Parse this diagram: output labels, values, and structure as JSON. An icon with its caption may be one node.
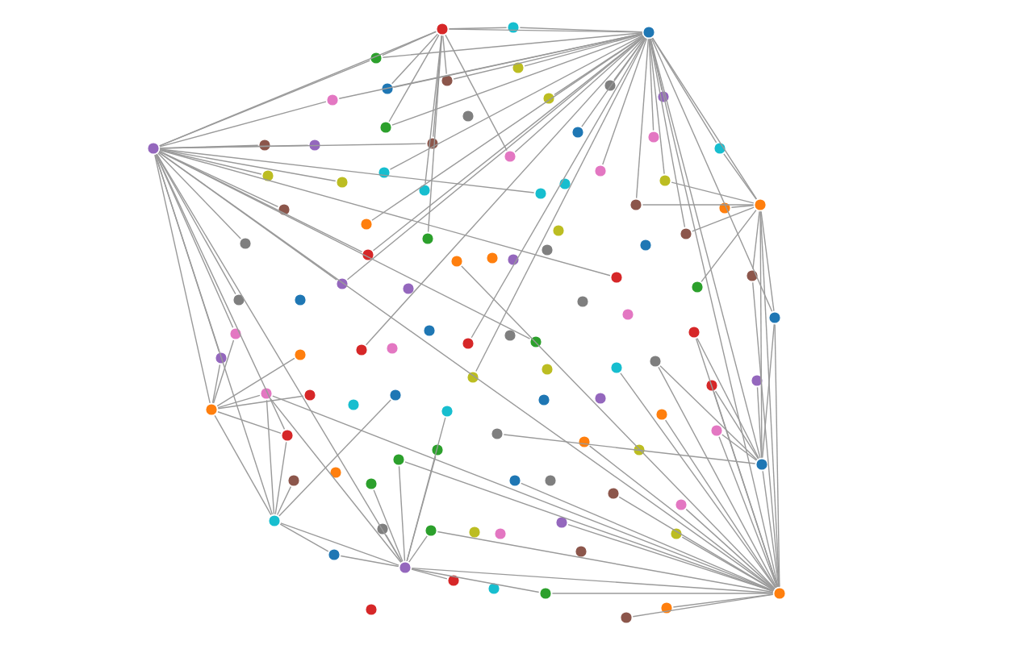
{
  "diagram": {
    "nodes": [
      {
        "text": [],
        "shape": "circle"
      },
      {
        "text": [],
        "shape": "circle"
      },
      {
        "text": [],
        "shape": "circle"
      },
      {
        "text": [],
        "shape": "circle"
      },
      {
        "text": [],
        "shape": "circle"
      },
      {
        "text": [],
        "shape": "circle"
      },
      {
        "text": [],
        "shape": "circle"
      },
      {
        "text": [],
        "shape": "circle"
      },
      {
        "text": [],
        "shape": "circle"
      },
      {
        "text": [],
        "shape": "circle"
      },
      {
        "text": [],
        "shape": "circle"
      },
      {
        "text": [],
        "shape": "circle"
      },
      {
        "text": [],
        "shape": "circle"
      },
      {
        "text": [],
        "shape": "circle"
      },
      {
        "text": [],
        "shape": "circle"
      },
      {
        "text": [],
        "shape": "circle"
      },
      {
        "text": [],
        "shape": "circle"
      },
      {
        "text": [],
        "shape": "circle"
      },
      {
        "text": [],
        "shape": "circle"
      },
      {
        "text": [],
        "shape": "circle"
      },
      {
        "text": [],
        "shape": "circle"
      },
      {
        "text": [],
        "shape": "circle"
      },
      {
        "text": [],
        "shape": "circle"
      },
      {
        "text": [],
        "shape": "circle"
      },
      {
        "text": [],
        "shape": "circle"
      },
      {
        "text": [],
        "shape": "circle"
      },
      {
        "text": [],
        "shape": "circle"
      },
      {
        "text": [],
        "shape": "circle"
      },
      {
        "text": [],
        "shape": "circle"
      },
      {
        "text": [],
        "shape": "circle"
      },
      {
        "text": [],
        "shape": "circle"
      },
      {
        "text": [],
        "shape": "circle"
      },
      {
        "text": [],
        "shape": "circle"
      },
      {
        "text": [],
        "shape": "circle"
      },
      {
        "text": [],
        "shape": "circle"
      },
      {
        "text": [],
        "shape": "circle"
      },
      {
        "text": [],
        "shape": "circle"
      },
      {
        "text": [],
        "shape": "circle"
      },
      {
        "text": [],
        "shape": "circle"
      },
      {
        "text": [],
        "shape": "circle"
      },
      {
        "text": [],
        "shape": "circle"
      },
      {
        "text": [],
        "shape": "circle"
      },
      {
        "text": [],
        "shape": "circle"
      },
      {
        "text": [],
        "shape": "circle"
      },
      {
        "text": [],
        "shape": "circle"
      },
      {
        "text": [],
        "shape": "circle"
      },
      {
        "text": [],
        "shape": "circle"
      },
      {
        "text": [],
        "shape": "circle"
      },
      {
        "text": [],
        "shape": "circle"
      },
      {
        "text": [],
        "shape": "circle"
      },
      {
        "text": [],
        "shape": "circle"
      },
      {
        "text": [],
        "shape": "circle"
      },
      {
        "text": [],
        "shape": "circle"
      },
      {
        "text": [],
        "shape": "circle"
      },
      {
        "text": [],
        "shape": "circle"
      },
      {
        "text": [],
        "shape": "circle"
      },
      {
        "text": [],
        "shape": "circle"
      },
      {
        "text": [],
        "shape": "circle"
      },
      {
        "text": [],
        "shape": "circle"
      },
      {
        "text": [],
        "shape": "circle"
      },
      {
        "text": [],
        "shape": "circle"
      },
      {
        "text": [],
        "shape": "circle"
      },
      {
        "text": [],
        "shape": "circle"
      },
      {
        "text": [],
        "shape": "circle"
      },
      {
        "text": [],
        "shape": "circle"
      },
      {
        "text": [],
        "shape": "circle"
      },
      {
        "text": [],
        "shape": "circle"
      },
      {
        "text": [],
        "shape": "circle"
      },
      {
        "text": [],
        "shape": "circle"
      },
      {
        "text": [],
        "shape": "circle"
      },
      {
        "text": [],
        "shape": "circle"
      },
      {
        "text": [],
        "shape": "circle"
      },
      {
        "text": [],
        "shape": "circle"
      },
      {
        "text": [],
        "shape": "circle"
      },
      {
        "text": [],
        "shape": "circle"
      },
      {
        "text": [],
        "shape": "circle"
      },
      {
        "text": [],
        "shape": "circle"
      },
      {
        "text": [],
        "shape": "circle"
      },
      {
        "text": [],
        "shape": "circle"
      },
      {
        "text": [],
        "shape": "circle"
      },
      {
        "text": [],
        "shape": "circle"
      },
      {
        "text": [],
        "shape": "circle"
      },
      {
        "text": [],
        "shape": "circle"
      },
      {
        "text": [],
        "shape": "circle"
      },
      {
        "text": [],
        "shape": "circle"
      },
      {
        "text": [],
        "shape": "circle"
      },
      {
        "text": [],
        "shape": "circle"
      },
      {
        "text": [],
        "shape": "circle"
      },
      {
        "text": [],
        "shape": "circle"
      },
      {
        "text": [],
        "shape": "circle"
      },
      {
        "text": [],
        "shape": "circle"
      },
      {
        "text": [],
        "shape": "circle"
      },
      {
        "text": [],
        "shape": "circle"
      },
      {
        "text": [],
        "shape": "circle"
      },
      {
        "text": [],
        "shape": "circle"
      },
      {
        "text": [],
        "shape": "circle"
      },
      {
        "text": [],
        "shape": "circle"
      },
      {
        "text": [],
        "shape": "circle"
      },
      {
        "text": [],
        "shape": "circle"
      },
      {
        "text": [],
        "shape": "circle"
      },
      {
        "text": [],
        "shape": "circle"
      },
      {
        "text": [],
        "shape": "circle"
      },
      {
        "text": [],
        "shape": "circle"
      },
      {
        "text": [],
        "shape": "circle"
      },
      {
        "text": [],
        "shape": "circle"
      },
      {
        "text": [],
        "shape": "circle"
      },
      {
        "text": [],
        "shape": "circle"
      },
      {
        "text": [],
        "shape": "circle"
      },
      {
        "text": [],
        "shape": "circle"
      },
      {
        "text": [],
        "shape": "circle"
      },
      {
        "text": [],
        "shape": "circle"
      }
    ],
    "edges": [
      {
        "from": 13,
        "to": 0,
        "arrow": "none"
      },
      {
        "from": 13,
        "to": 3,
        "arrow": "none"
      },
      {
        "from": 13,
        "to": 7,
        "arrow": "none"
      },
      {
        "from": 13,
        "to": 14,
        "arrow": "none"
      },
      {
        "from": 13,
        "to": 15,
        "arrow": "none"
      },
      {
        "from": 13,
        "to": 16,
        "arrow": "none"
      },
      {
        "from": 13,
        "to": 23,
        "arrow": "none"
      },
      {
        "from": 13,
        "to": 24,
        "arrow": "none"
      },
      {
        "from": 13,
        "to": 29,
        "arrow": "none"
      },
      {
        "from": 13,
        "to": 36,
        "arrow": "none"
      },
      {
        "from": 13,
        "to": 37,
        "arrow": "none"
      },
      {
        "from": 13,
        "to": 47,
        "arrow": "none"
      },
      {
        "from": 13,
        "to": 50,
        "arrow": "none"
      },
      {
        "from": 13,
        "to": 54,
        "arrow": "none"
      },
      {
        "from": 13,
        "to": 60,
        "arrow": "none"
      },
      {
        "from": 13,
        "to": 77,
        "arrow": "none"
      },
      {
        "from": 13,
        "to": 94,
        "arrow": "none"
      },
      {
        "from": 13,
        "to": 79,
        "arrow": "none"
      },
      {
        "from": 13,
        "to": 103,
        "arrow": "none"
      },
      {
        "from": 13,
        "to": 57,
        "arrow": "none"
      },
      {
        "from": 13,
        "to": 107,
        "arrow": "none"
      },
      {
        "from": 13,
        "to": 44,
        "arrow": "none"
      },
      {
        "from": 13,
        "to": 26,
        "arrow": "none"
      },
      {
        "from": 2,
        "to": 0,
        "arrow": "none"
      },
      {
        "from": 2,
        "to": 1,
        "arrow": "none"
      },
      {
        "from": 2,
        "to": 3,
        "arrow": "none"
      },
      {
        "from": 2,
        "to": 4,
        "arrow": "none"
      },
      {
        "from": 2,
        "to": 5,
        "arrow": "none"
      },
      {
        "from": 2,
        "to": 8,
        "arrow": "none"
      },
      {
        "from": 2,
        "to": 9,
        "arrow": "none"
      },
      {
        "from": 2,
        "to": 10,
        "arrow": "none"
      },
      {
        "from": 2,
        "to": 17,
        "arrow": "none"
      },
      {
        "from": 2,
        "to": 18,
        "arrow": "none"
      },
      {
        "from": 2,
        "to": 19,
        "arrow": "none"
      },
      {
        "from": 2,
        "to": 20,
        "arrow": "none"
      },
      {
        "from": 2,
        "to": 21,
        "arrow": "none"
      },
      {
        "from": 2,
        "to": 28,
        "arrow": "none"
      },
      {
        "from": 2,
        "to": 31,
        "arrow": "none"
      },
      {
        "from": 2,
        "to": 33,
        "arrow": "none"
      },
      {
        "from": 2,
        "to": 43,
        "arrow": "none"
      },
      {
        "from": 2,
        "to": 52,
        "arrow": "none"
      },
      {
        "from": 2,
        "to": 92,
        "arrow": "none"
      },
      {
        "from": 2,
        "to": 107,
        "arrow": "none"
      },
      {
        "from": 2,
        "to": 47,
        "arrow": "none"
      },
      {
        "from": 2,
        "to": 37,
        "arrow": "none"
      },
      {
        "from": 2,
        "to": 58,
        "arrow": "none"
      },
      {
        "from": 2,
        "to": 67,
        "arrow": "none"
      },
      {
        "from": 2,
        "to": 62,
        "arrow": "none"
      },
      {
        "from": 2,
        "to": 6,
        "arrow": "none"
      },
      {
        "from": 2,
        "to": 7,
        "arrow": "none"
      },
      {
        "from": 2,
        "to": 12,
        "arrow": "none"
      },
      {
        "from": 2,
        "to": 22,
        "arrow": "none"
      },
      {
        "from": 2,
        "to": 30,
        "arrow": "none"
      },
      {
        "from": 107,
        "to": 92,
        "arrow": "none"
      },
      {
        "from": 107,
        "to": 83,
        "arrow": "none"
      },
      {
        "from": 107,
        "to": 93,
        "arrow": "none"
      },
      {
        "from": 107,
        "to": 100,
        "arrow": "none"
      },
      {
        "from": 107,
        "to": 75,
        "arrow": "none"
      },
      {
        "from": 107,
        "to": 81,
        "arrow": "none"
      },
      {
        "from": 107,
        "to": 106,
        "arrow": "none"
      },
      {
        "from": 107,
        "to": 96,
        "arrow": "none"
      },
      {
        "from": 107,
        "to": 103,
        "arrow": "none"
      },
      {
        "from": 107,
        "to": 110,
        "arrow": "none"
      },
      {
        "from": 107,
        "to": 109,
        "arrow": "none"
      },
      {
        "from": 107,
        "to": 78,
        "arrow": "none"
      },
      {
        "from": 107,
        "to": 59,
        "arrow": "none"
      },
      {
        "from": 107,
        "to": 64,
        "arrow": "none"
      },
      {
        "from": 107,
        "to": 38,
        "arrow": "none"
      },
      {
        "from": 107,
        "to": 89,
        "arrow": "none"
      },
      {
        "from": 107,
        "to": 65,
        "arrow": "none"
      },
      {
        "from": 107,
        "to": 45,
        "arrow": "none"
      },
      {
        "from": 107,
        "to": 33,
        "arrow": "none"
      },
      {
        "from": 107,
        "to": 52,
        "arrow": "none"
      },
      {
        "from": 107,
        "to": 68,
        "arrow": "none"
      },
      {
        "from": 107,
        "to": 84,
        "arrow": "none"
      },
      {
        "from": 107,
        "to": 91,
        "arrow": "none"
      },
      {
        "from": 107,
        "to": 99,
        "arrow": "none"
      },
      {
        "from": 92,
        "to": 52,
        "arrow": "none"
      },
      {
        "from": 92,
        "to": 76,
        "arrow": "none"
      },
      {
        "from": 92,
        "to": 75,
        "arrow": "none"
      },
      {
        "from": 92,
        "to": 65,
        "arrow": "none"
      },
      {
        "from": 92,
        "to": 59,
        "arrow": "none"
      },
      {
        "from": 92,
        "to": 33,
        "arrow": "none"
      },
      {
        "from": 92,
        "to": 83,
        "arrow": "none"
      },
      {
        "from": 92,
        "to": 80,
        "arrow": "none"
      },
      {
        "from": 103,
        "to": 94,
        "arrow": "none"
      },
      {
        "from": 103,
        "to": 101,
        "arrow": "none"
      },
      {
        "from": 103,
        "to": 84,
        "arrow": "none"
      },
      {
        "from": 103,
        "to": 88,
        "arrow": "none"
      },
      {
        "from": 103,
        "to": 85,
        "arrow": "none"
      },
      {
        "from": 103,
        "to": 95,
        "arrow": "none"
      },
      {
        "from": 103,
        "to": 96,
        "arrow": "none"
      },
      {
        "from": 103,
        "to": 106,
        "arrow": "none"
      },
      {
        "from": 103,
        "to": 104,
        "arrow": "none"
      },
      {
        "from": 103,
        "to": 68,
        "arrow": "none"
      },
      {
        "from": 103,
        "to": 72,
        "arrow": "none"
      },
      {
        "from": 94,
        "to": 77,
        "arrow": "none"
      },
      {
        "from": 94,
        "to": 79,
        "arrow": "none"
      },
      {
        "from": 94,
        "to": 87,
        "arrow": "none"
      },
      {
        "from": 94,
        "to": 101,
        "arrow": "none"
      },
      {
        "from": 94,
        "to": 68,
        "arrow": "none"
      },
      {
        "from": 94,
        "to": 71,
        "arrow": "none"
      },
      {
        "from": 0,
        "to": 1,
        "arrow": "none"
      },
      {
        "from": 0,
        "to": 3,
        "arrow": "none"
      },
      {
        "from": 0,
        "to": 5,
        "arrow": "none"
      },
      {
        "from": 0,
        "to": 6,
        "arrow": "none"
      },
      {
        "from": 0,
        "to": 12,
        "arrow": "none"
      },
      {
        "from": 0,
        "to": 16,
        "arrow": "none"
      },
      {
        "from": 0,
        "to": 20,
        "arrow": "none"
      },
      {
        "from": 0,
        "to": 27,
        "arrow": "none"
      },
      {
        "from": 0,
        "to": 35,
        "arrow": "none"
      },
      {
        "from": 33,
        "to": 19,
        "arrow": "none"
      },
      {
        "from": 33,
        "to": 28,
        "arrow": "none"
      },
      {
        "from": 33,
        "to": 43,
        "arrow": "none"
      },
      {
        "from": 33,
        "to": 45,
        "arrow": "none"
      },
      {
        "from": 33,
        "to": 46,
        "arrow": "none"
      },
      {
        "from": 33,
        "to": 52,
        "arrow": "none"
      },
      {
        "from": 33,
        "to": 31,
        "arrow": "none"
      },
      {
        "from": 33,
        "to": 32,
        "arrow": "none"
      },
      {
        "from": 77,
        "to": 54,
        "arrow": "none"
      },
      {
        "from": 77,
        "to": 60,
        "arrow": "none"
      },
      {
        "from": 77,
        "to": 68,
        "arrow": "none"
      },
      {
        "from": 77,
        "to": 61,
        "arrow": "none"
      },
      {
        "from": 77,
        "to": 69,
        "arrow": "none"
      },
      {
        "from": 77,
        "to": 79,
        "arrow": "none"
      }
    ]
  }
}
